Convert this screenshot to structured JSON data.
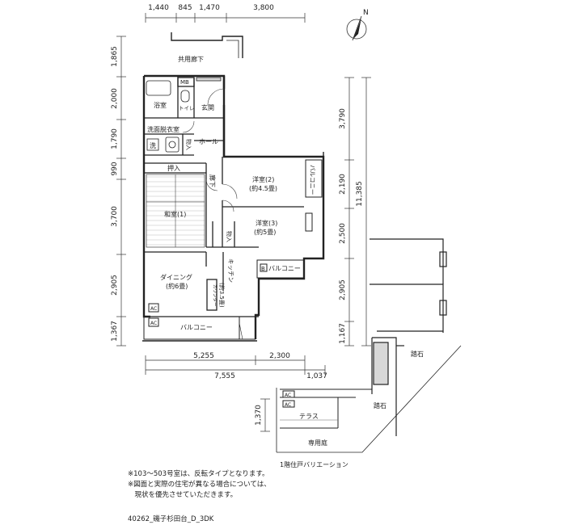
{
  "dims_top": [
    "1,440",
    "845",
    "1,470",
    "3,800"
  ],
  "dims_left": [
    "1,865",
    "2,000",
    "1,790",
    "990",
    "3,700",
    "2,905",
    "1,367"
  ],
  "dims_right_inner": [
    "3,790",
    "2,190",
    "2,500",
    "2,905",
    "1,167"
  ],
  "dim_right_total": "11,385",
  "dims_bottom": [
    "5,255",
    "2,300",
    "7,555",
    "1,037"
  ],
  "dim_terrace": "1,370",
  "north": "N",
  "rooms": {
    "common_corridor": "共用廊下",
    "mb": "MB",
    "bath": "浴室",
    "toilet": "トイレ",
    "entrance": "玄関",
    "wash": "洗面脱衣室",
    "washer": "洗",
    "storage_a": "物入",
    "hall": "ホール",
    "closet": "押入",
    "corridor": "廊下",
    "western2": "洋室(2)",
    "western2_size": "(約4.5畳)",
    "balcony_right": "バルコニー",
    "washitsu": "和室(1)",
    "western3": "洋室(3)",
    "western3_size": "(約5畳)",
    "storage_b": "物入",
    "b_mark": "B",
    "balcony_mid": "バルコニー",
    "kitchen": "キッチン",
    "kitchen_size": "(約3.5畳)",
    "dining": "ダイニング",
    "dining_size": "(約6畳)",
    "counter": "カウンター",
    "ac1": "AC",
    "ac2": "AC",
    "balcony_bottom": "バルコニー",
    "steps1": "踏石",
    "steps2": "踏石",
    "ac3": "AC",
    "ac4": "AC",
    "terrace": "テラス",
    "garden": "専用庭",
    "variation": "1階住戸バリエーション"
  },
  "notes": [
    "※103～503号室は、反転タイプとなります。",
    "※図面と実際の住宅が異なる場合については、",
    "　現状を優先させていただきます。"
  ],
  "code": "40262_磯子杉田台_D_3DK"
}
